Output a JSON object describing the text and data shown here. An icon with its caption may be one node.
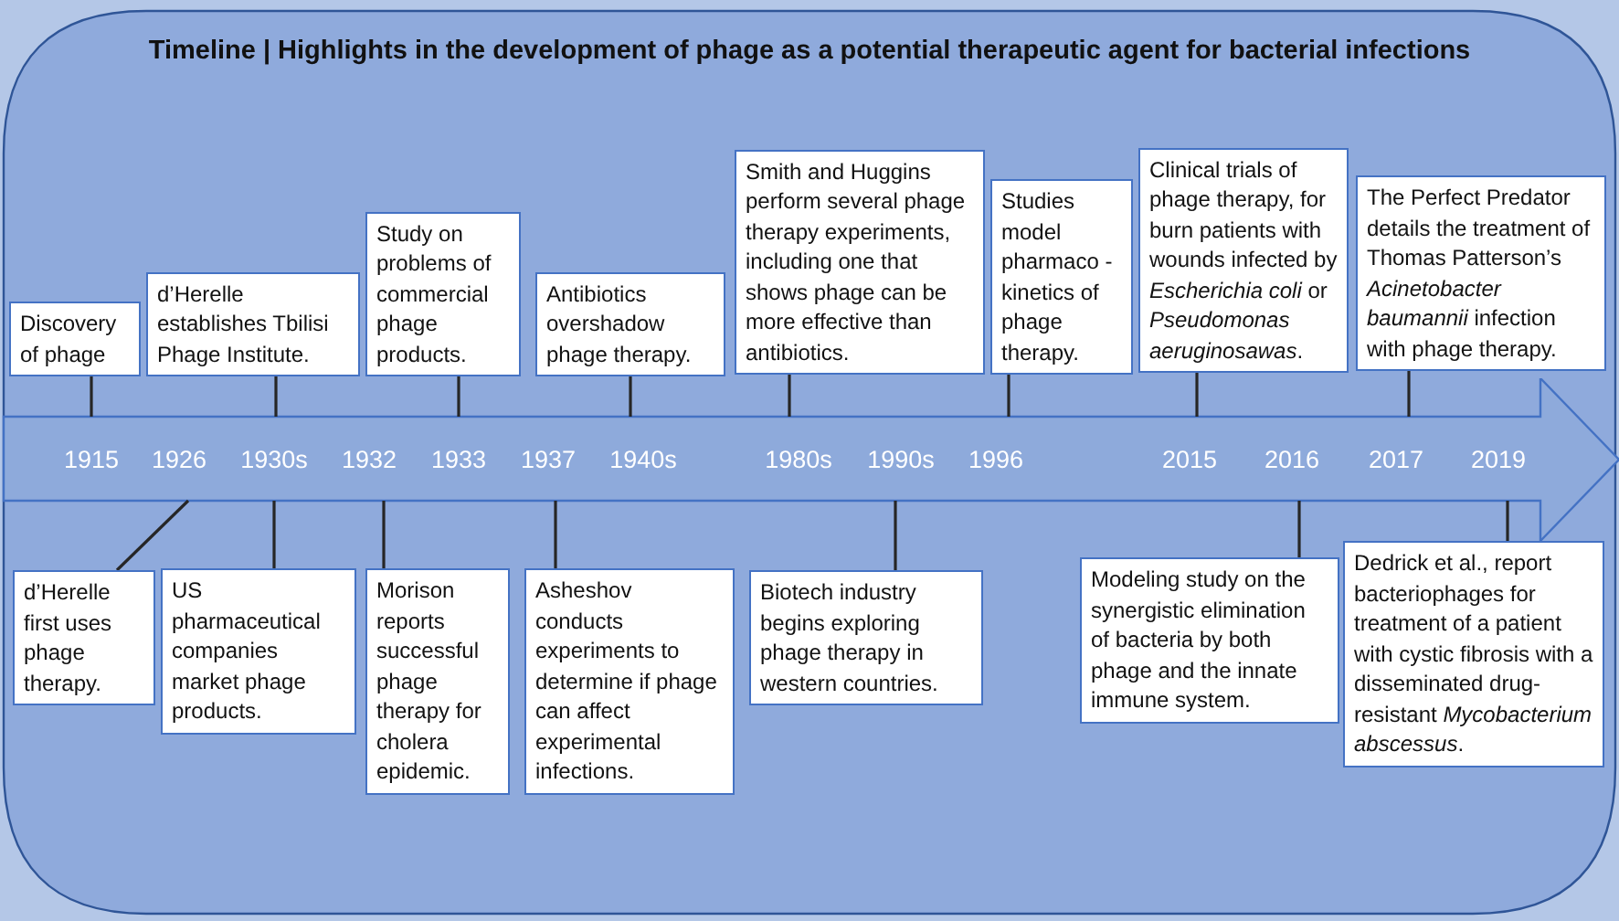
{
  "diagram": {
    "title": "Timeline | Highlights in the development of phage as a potential therapeutic agent for bacterial infections",
    "nodes": [
      {
        "text": [
          "Discovery of phage"
        ]
      },
      {
        "text": [
          "d’Herelle establishes Tbilisi Phage Institute."
        ]
      },
      {
        "text": [
          "Study on problems of commercial phage products."
        ]
      },
      {
        "text": [
          "Antibiotics overshadow phage therapy."
        ]
      },
      {
        "text": [
          "Smith and Huggins perform several phage therapy experiments, including one that shows phage can be more effective than antibiotics."
        ]
      },
      {
        "text": [
          "Studies model pharmaco -kinetics of phage therapy."
        ]
      },
      {
        "text": [
          "Clinical trials of phage therapy, for burn patients with wounds infected by *Escherichia coli* or *Pseudomonas aeruginosawas*."
        ]
      },
      {
        "text": [
          "The Perfect Predator details the treatment of Thomas Patterson’s *Acinetobacter baumannii* infection with phage therapy."
        ]
      },
      {
        "text": [],
        "shape": "arrow"
      },
      {
        "text": [
          "1915"
        ],
        "in": 8
      },
      {
        "text": [
          "1926"
        ],
        "in": 8
      },
      {
        "text": [
          "1930s"
        ],
        "in": 8
      },
      {
        "text": [
          "1932"
        ],
        "in": 8
      },
      {
        "text": [
          "1933"
        ],
        "in": 8
      },
      {
        "text": [
          "1937"
        ],
        "in": 8
      },
      {
        "text": [
          "1940s"
        ],
        "in": 8
      },
      {
        "text": [
          "1980s"
        ],
        "in": 8
      },
      {
        "text": [
          "1990s"
        ],
        "in": 8
      },
      {
        "text": [
          "1996"
        ],
        "in": 8
      },
      {
        "text": [
          "2015"
        ],
        "in": 8
      },
      {
        "text": [
          "2016"
        ],
        "in": 8
      },
      {
        "text": [
          "2017"
        ],
        "in": 8
      },
      {
        "text": [
          "2019"
        ],
        "in": 8
      },
      {
        "text": [
          "d’Herelle first uses phage therapy."
        ]
      },
      {
        "text": [
          "US pharmaceutical companies market phage products."
        ]
      },
      {
        "text": [
          "Morison reports successful phage therapy for cholera epidemic."
        ]
      },
      {
        "text": [
          "Asheshov conducts experiments to determine if phage can affect experimental infections."
        ]
      },
      {
        "text": [
          "Biotech industry begins exploring phage therapy in western countries."
        ]
      },
      {
        "text": [
          "Modeling study on the synergistic elimination of bacteria by both phage and the innate immune system."
        ]
      },
      {
        "text": [
          "Dedrick et al., report bacteriophages for treatment of a patient with cystic fibrosis with a disseminated drug-resistant *Mycobacterium abscessus*."
        ]
      }
    ],
    "edges": [
      {
        "from": 0,
        "to": 9,
        "arrow": "none"
      },
      {
        "from": 1,
        "to": 11,
        "arrow": "none"
      },
      {
        "from": 2,
        "to": 13,
        "arrow": "none"
      },
      {
        "from": 3,
        "to": 15,
        "arrow": "none"
      },
      {
        "from": 4,
        "to": 16,
        "arrow": "none"
      },
      {
        "from": 5,
        "to": 18,
        "arrow": "none"
      },
      {
        "from": 6,
        "to": 19,
        "arrow": "none"
      },
      {
        "from": 7,
        "to": 21,
        "arrow": "none"
      },
      {
        "from": 23,
        "to": 10,
        "arrow": "none"
      },
      {
        "from": 24,
        "to": 11,
        "arrow": "none"
      },
      {
        "from": 25,
        "to": 12,
        "arrow": "none"
      },
      {
        "from": 26,
        "to": 14,
        "arrow": "none"
      },
      {
        "from": 27,
        "to": 17,
        "arrow": "none"
      },
      {
        "from": 28,
        "to": 20,
        "arrow": "none"
      },
      {
        "from": 29,
        "to": 22,
        "arrow": "none"
      }
    ]
  }
}
